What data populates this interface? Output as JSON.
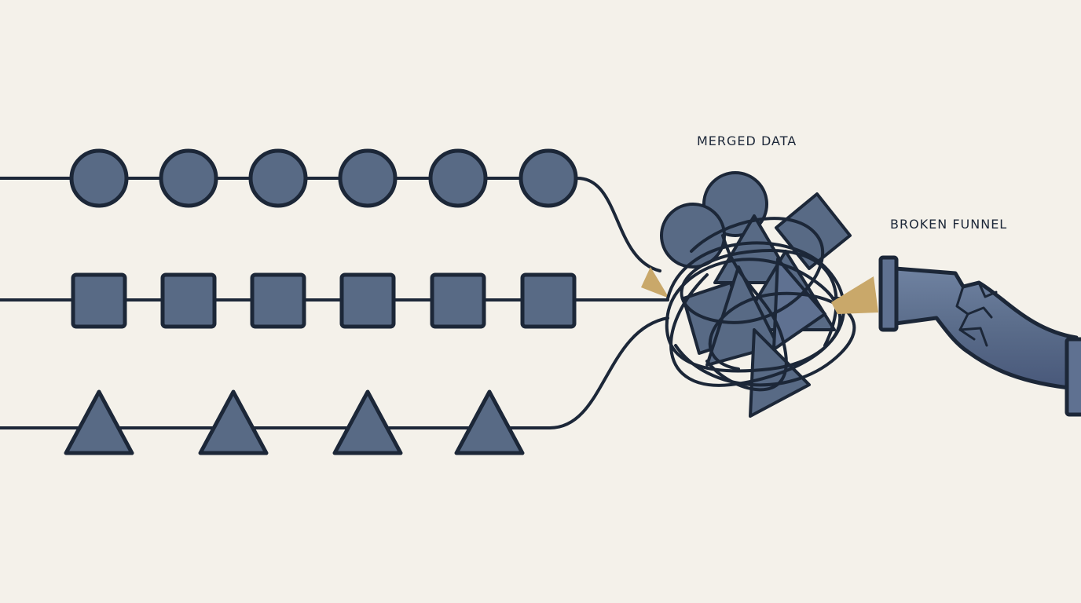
{
  "labels": {
    "merged": "MERGED DATA",
    "funnel": "BROKEN FUNNEL"
  },
  "streams": [
    {
      "shape": "circle",
      "count": 6
    },
    {
      "shape": "square",
      "count": 6
    },
    {
      "shape": "triangle",
      "count": 4
    }
  ],
  "colors": {
    "background": "#f4f1ea",
    "shape_fill": "#586a85",
    "outline": "#1c2738",
    "leak": "#c9a86a",
    "pipe": "#5f7191"
  }
}
